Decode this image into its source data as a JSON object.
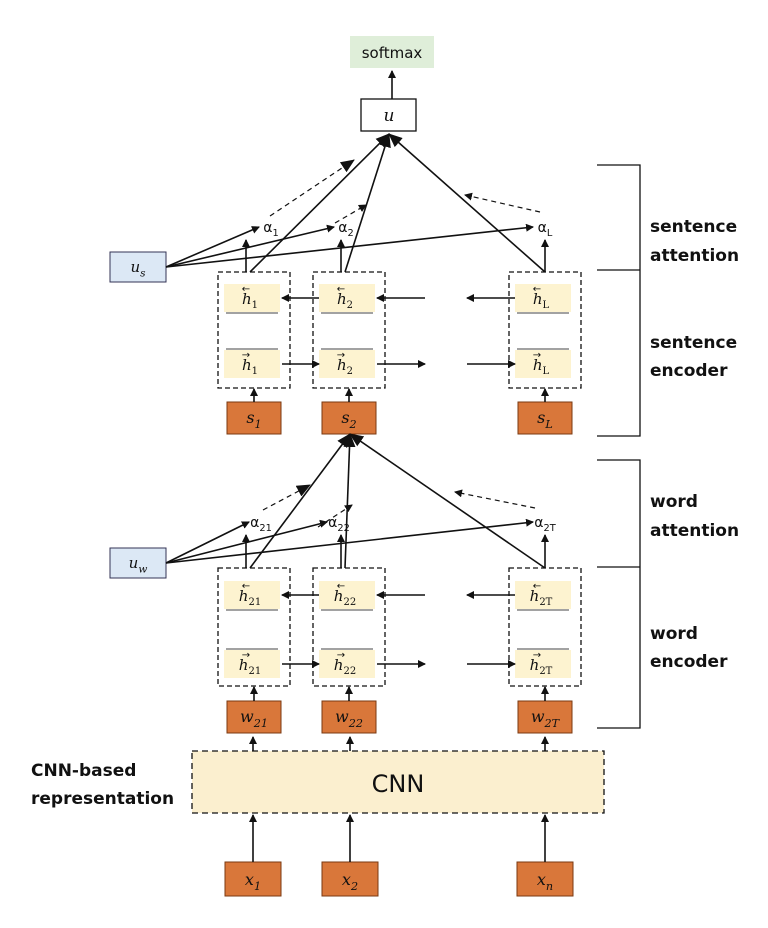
{
  "output": {
    "softmax": "softmax",
    "u": "u"
  },
  "sentence": {
    "context_vector": "u",
    "context_sub": "s",
    "alphas": [
      {
        "base": "α",
        "sub": "1"
      },
      {
        "base": "α",
        "sub": "2"
      },
      {
        "base": "α",
        "sub": "L"
      }
    ],
    "hidden_subs": [
      "1",
      "2",
      "L"
    ],
    "inputs": [
      {
        "base": "s",
        "sub": "1"
      },
      {
        "base": "s",
        "sub": "2"
      },
      {
        "base": "s",
        "sub": "L"
      }
    ],
    "attention_label": [
      "sentence",
      "attention"
    ],
    "encoder_label": [
      "sentence",
      "encoder"
    ]
  },
  "word": {
    "context_vector": "u",
    "context_sub": "w",
    "alphas": [
      {
        "base": "α",
        "sub": "21"
      },
      {
        "base": "α",
        "sub": "22"
      },
      {
        "base": "α",
        "sub": "2T"
      }
    ],
    "hidden_subs": [
      "21",
      "22",
      "2T"
    ],
    "inputs": [
      {
        "base": "w",
        "sub": "21"
      },
      {
        "base": "w",
        "sub": "22"
      },
      {
        "base": "w",
        "sub": "2T"
      }
    ],
    "attention_label": [
      "word",
      "attention"
    ],
    "encoder_label": [
      "word",
      "encoder"
    ]
  },
  "cnn": {
    "label": "CNN",
    "side_label": [
      "CNN-based",
      "representation"
    ],
    "inputs": [
      {
        "base": "x",
        "sub": "1"
      },
      {
        "base": "x",
        "sub": "2"
      },
      {
        "base": "x",
        "sub": "n"
      }
    ]
  },
  "hidden_symbol": "h",
  "colors": {
    "orange": "#d9773a",
    "cream": "#fdf3d0",
    "blue": "#dce8f5",
    "green": "#dfeed9",
    "cnn": "#fbefcf"
  }
}
